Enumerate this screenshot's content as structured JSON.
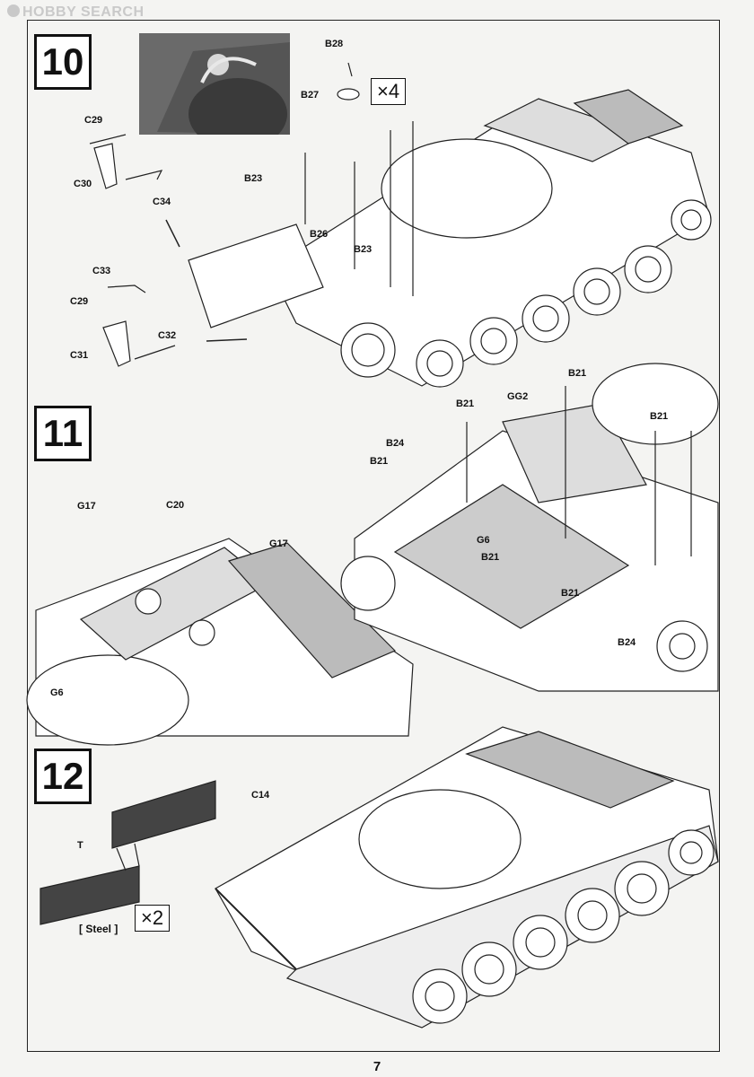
{
  "watermark": "HOBBY SEARCH",
  "page_number": "7",
  "steps": [
    {
      "number": "10",
      "labels": [
        "B28",
        "B27",
        "C29",
        "C30",
        "C34",
        "B23",
        "B26",
        "B23",
        "C33",
        "C29",
        "C31",
        "C32"
      ],
      "multiplier": "×4"
    },
    {
      "number": "11",
      "labels": [
        "B21",
        "B21",
        "GG2",
        "B24",
        "B21",
        "B21",
        "G17",
        "C20",
        "G17",
        "G6",
        "B21",
        "B21",
        "B24",
        "G6"
      ]
    },
    {
      "number": "12",
      "labels": [
        "C14",
        "T"
      ],
      "multiplier": "×2",
      "note": "[ Steel ]"
    }
  ]
}
